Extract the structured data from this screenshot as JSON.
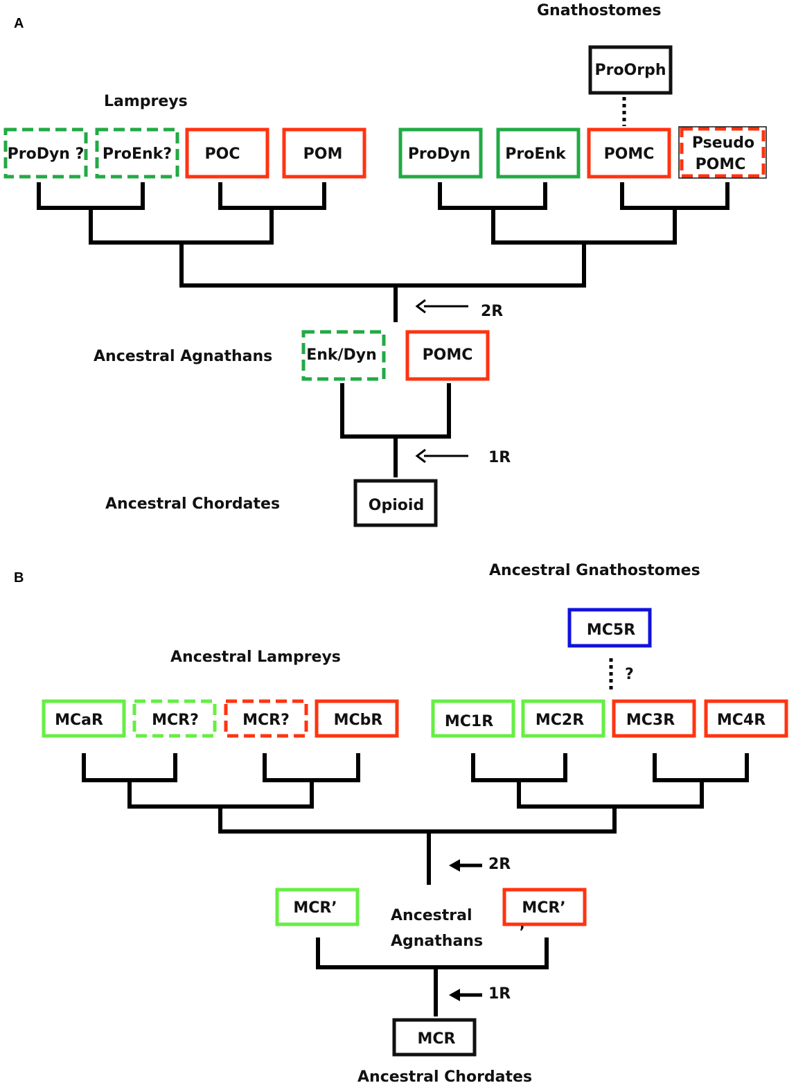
{
  "colors": {
    "green_dark": "#22aa44",
    "green_light": "#66ee44",
    "red": "#ff3311",
    "blue": "#1111dd",
    "black": "#111111"
  },
  "panel_a": {
    "letter": "A",
    "group_gnathostomes": "Gnathostomes",
    "group_lampreys": "Lampreys",
    "group_ancestral_agnathans": "Ancestral Agnathans",
    "group_ancestral_chordates": "Ancestral Chordates",
    "boxes": {
      "proorph": "ProOrph",
      "prodyn_q": "ProDyn ?",
      "proenk_q": "ProEnk?",
      "poc": "POC",
      "pom": "POM",
      "prodyn": "ProDyn",
      "proenk": "ProEnk",
      "pomc": "POMC",
      "pseudo_1": "Pseudo",
      "pseudo_2": "POMC",
      "enk_dyn": "Enk/Dyn",
      "pomc_anc": "POMC",
      "opioid": "Opioid"
    },
    "event_2r": "2R",
    "event_1r": "1R"
  },
  "panel_b": {
    "letter": "B",
    "group_ancestral_gnathostomes": "Ancestral Gnathostomes",
    "group_ancestral_lampreys": "Ancestral Lampreys",
    "group_agnathans_1": "Ancestral",
    "group_agnathans_2": "Agnathans",
    "group_ancestral_chordates": "Ancestral Chordates",
    "boxes": {
      "mc5r": "MC5R",
      "mcar": "MCaR",
      "mcr_q_green": "MCR?",
      "mcr_q_red": "MCR?",
      "mcbr": "MCbR",
      "mc1r": "MC1R",
      "mc2r": "MC2R",
      "mc3r": "MC3R",
      "mc4r": "MC4R",
      "mcr_prime_green": "MCR’",
      "mcr_prime_red": "MCR’",
      "mcr": "MCR"
    },
    "mc5r_question": "?",
    "stray_mark": ",",
    "event_2r": "2R",
    "event_1r": "1R"
  }
}
